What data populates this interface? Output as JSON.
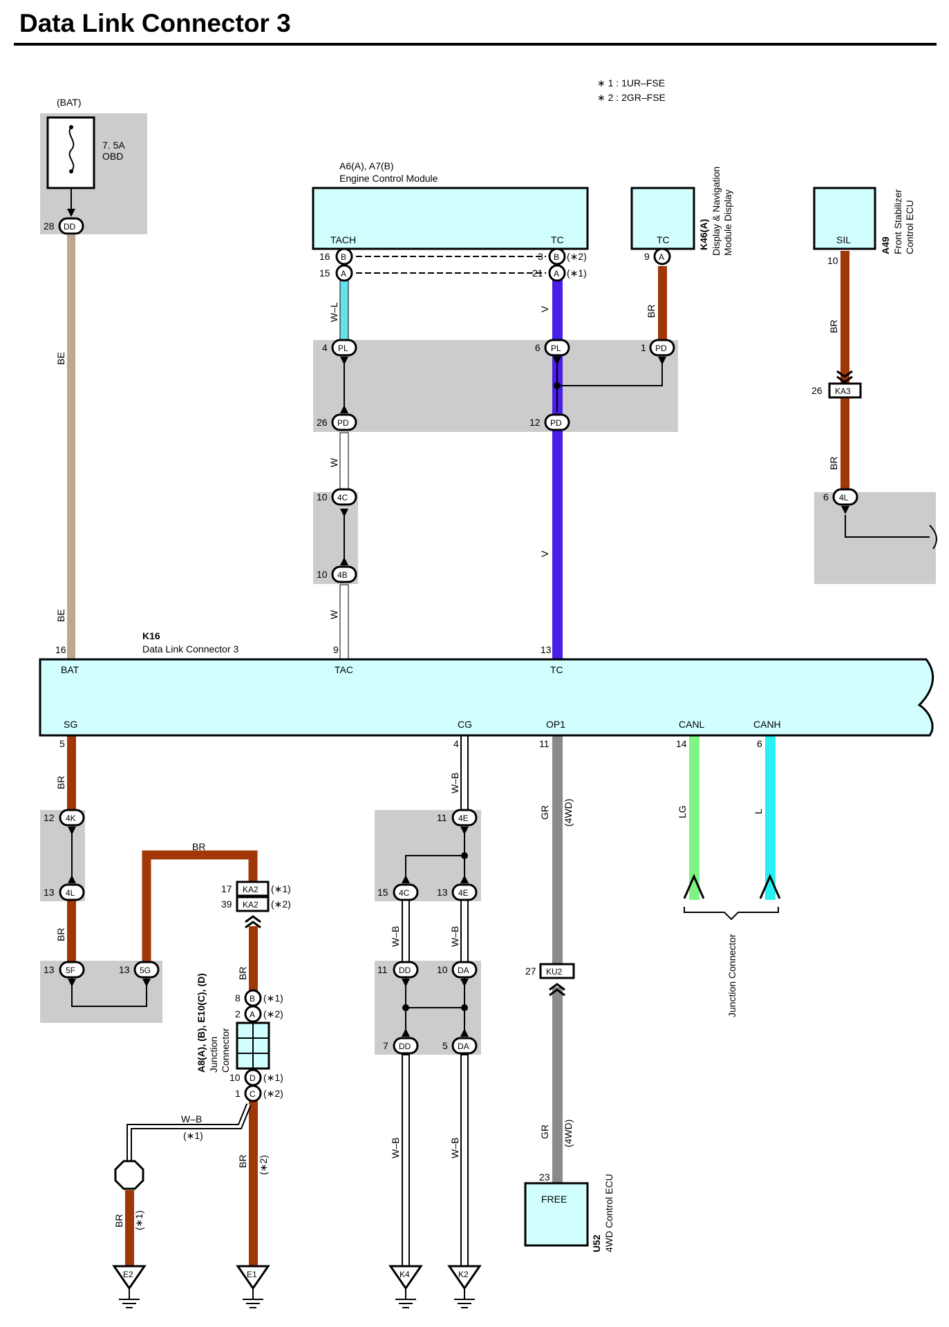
{
  "title": "Data Link Connector 3",
  "notes": [
    "∗ 1 : 1UR–FSE",
    "∗ 2 : 2GR–FSE"
  ],
  "colors": {
    "BE": "#bca98f",
    "BR": "#a13607",
    "V": "#4a1ee8",
    "W-L": "#63e2ec",
    "W": "#ffffff",
    "W-B": "#ffffff",
    "GR": "#8a8a8a",
    "LG": "#7ff484",
    "L": "#27f0f3",
    "module_fill": "#d1ffff",
    "junction_fill": "#cccccc"
  },
  "fuse": {
    "source": "(BAT)",
    "rating": "7. 5A",
    "name": "OBD",
    "pin": "28",
    "connector": "DD"
  },
  "ecm": {
    "code": "A6(A), A7(B)",
    "name": "Engine Control Module",
    "term_tach": "TACH",
    "term_tc": "TC",
    "pins": {
      "tach_b": "16",
      "tach_a": "15",
      "tc_b": "3",
      "tc_a": "21"
    },
    "conn": {
      "b": "B",
      "a": "A"
    },
    "notes": {
      "n2": "(∗2)",
      "n1": "(∗1)"
    }
  },
  "display": {
    "code": "K46(A)",
    "name1": "Display & Navigation",
    "name2": "Module Display",
    "term": "TC",
    "pin": "9",
    "conn": "A"
  },
  "stab": {
    "code": "A49",
    "name1": "Front Stabilizer",
    "name2": "Control ECU",
    "term": "SIL",
    "pin": "10"
  },
  "dlc": {
    "code": "K16",
    "name": "Data Link Connector 3",
    "top_terms": [
      "BAT",
      "TAC",
      "TC"
    ],
    "top_pins": [
      "16",
      "9",
      "13"
    ],
    "bottom_terms": [
      "SG",
      "CG",
      "OP1",
      "CANL",
      "CANH"
    ],
    "bottom_pins": [
      "5",
      "4",
      "11",
      "14",
      "6"
    ]
  },
  "wires": {
    "BE": "BE",
    "WL": "W–L",
    "V": "V",
    "BR": "BR",
    "W": "W",
    "WB": "W–B",
    "GR": "GR",
    "LG": "LG",
    "L": "L",
    "fwd": "(4WD)",
    "n1": "(∗1)",
    "n2": "(∗2)"
  },
  "conns": {
    "PL": "PL",
    "PD": "PD",
    "4C": "4C",
    "4B": "4B",
    "KA3": "KA3",
    "4L": "4L",
    "4K": "4K",
    "5F": "5F",
    "5G": "5G",
    "KA2": "KA2",
    "4E": "4E",
    "DD": "DD",
    "DA": "DA",
    "KU2": "KU2",
    "B": "B",
    "A": "A",
    "D": "D",
    "C": "C"
  },
  "pins": {
    "pl4": "4",
    "pl6": "6",
    "pd1": "1",
    "pd26": "26",
    "pd12": "12",
    "c4c": "10",
    "c4b": "10",
    "ka3": "26",
    "l4": "6",
    "k4": "12",
    "l4b": "13",
    "f5": "13",
    "g5": "13",
    "ka2a": "17",
    "ka2b": "39",
    "e11": "11",
    "c15": "15",
    "e13": "13",
    "dd11": "11",
    "da10": "10",
    "dd7": "7",
    "da5": "5",
    "ku2": "27",
    "jb8": "8",
    "ja2": "2",
    "jd10": "10",
    "jc1": "1",
    "u52": "23"
  },
  "junction": {
    "code": "A8(A), (B), E10(C), (D)",
    "name1": "Junction",
    "name2": "Connector"
  },
  "junction2": "Junction Connector",
  "u52": {
    "code": "U52",
    "name": "4WD Control ECU",
    "term": "FREE"
  },
  "grounds": [
    "E2",
    "E1",
    "K4",
    "K2"
  ]
}
